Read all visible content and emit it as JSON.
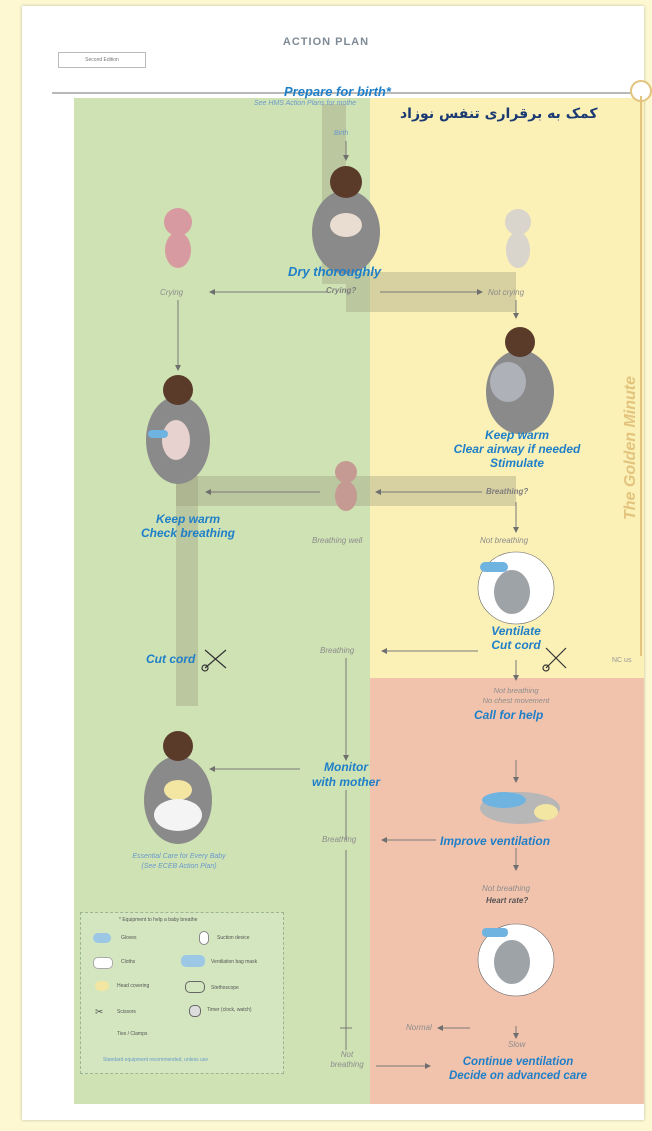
{
  "header": {
    "title": "ACTION PLAN",
    "edition": "Second Edition",
    "persian_title": "کمک به برقراری تنفس نوزاد"
  },
  "side": {
    "golden_minute": "The Golden Minute",
    "nc": "NC us"
  },
  "nodes": {
    "prepare": "Prepare for birth*",
    "prepare_sub": "See HMS Action Plans for mothe",
    "birth": "Birth",
    "dry": "Dry thoroughly",
    "crying_q": "Crying?",
    "crying": "Crying",
    "not_crying": "Not crying",
    "keep_warm_right_1": "Keep warm",
    "keep_warm_right_2": "Clear airway if needed",
    "keep_warm_right_3": "Stimulate",
    "breathing_q": "Breathing?",
    "breathing_well": "Breathing well",
    "keep_warm_left_1": "Keep warm",
    "keep_warm_left_2": "Check breathing",
    "not_breathing_1": "Not breathing",
    "ventilate_1": "Ventilate",
    "ventilate_2": "Cut cord",
    "breathing_1": "Breathing",
    "cut_cord": "Cut cord",
    "not_breathing_2": "Not breathing",
    "no_chest": "No chest movement",
    "call_help": "Call for help",
    "monitor_1": "Monitor",
    "monitor_2": "with mother",
    "breathing_2": "Breathing",
    "improve": "Improve ventilation",
    "essential_1": "Essential Care for Every Baby",
    "essential_2": "(See ECEB Action Plan)",
    "not_breathing_3": "Not breathing",
    "heart_rate": "Heart rate?",
    "normal": "Normal",
    "slow": "Slow",
    "not_breathing_4a": "Not",
    "not_breathing_4b": "breathing",
    "continue_1": "Continue ventilation",
    "continue_2": "Decide on advanced care"
  },
  "legend": {
    "title": "* Equipment to help a baby breathe",
    "items": [
      "Gloves",
      "Suction device",
      "Cloths",
      "Ventilation bag mask",
      "Head covering",
      "Stethoscope",
      "Scissors",
      "Timer (clock, watch)",
      "Ties / Clamps"
    ],
    "footer": "Standard equipment recommended, unless use"
  },
  "colors": {
    "green": "#cfe2b4",
    "yellow": "#fbf0b6",
    "red": "#f2c3ac",
    "blue_text": "#1e7fc8",
    "golden": "#e2c47e"
  }
}
